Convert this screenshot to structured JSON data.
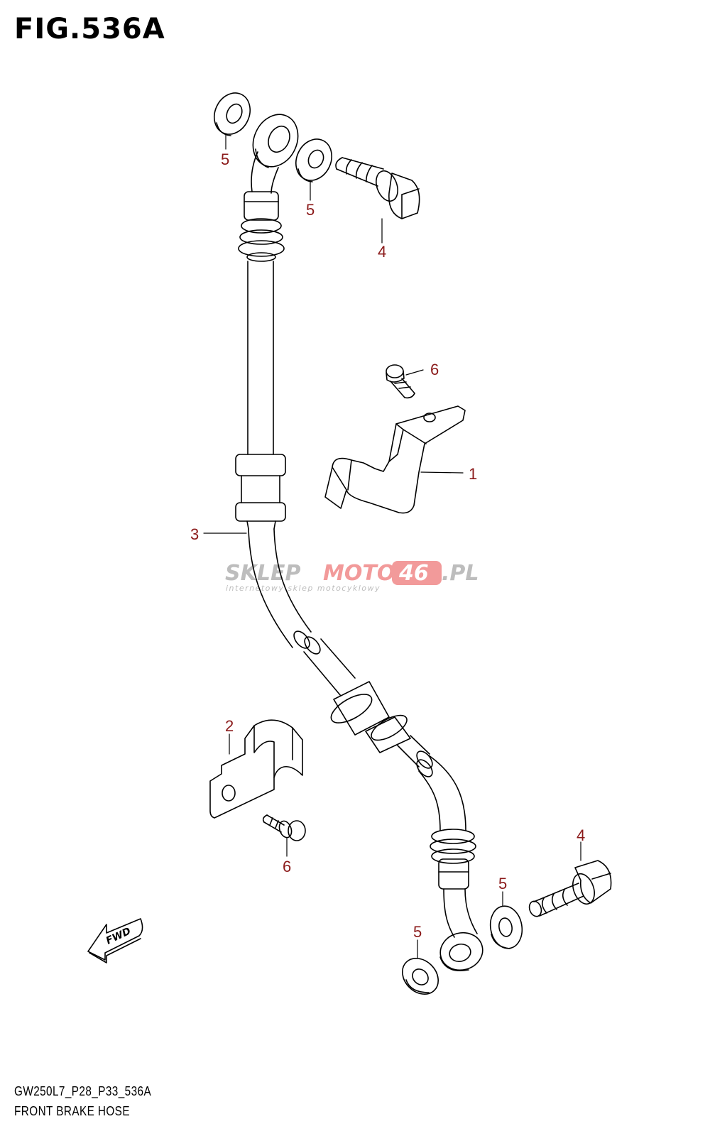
{
  "figure_title": "FIG.536A",
  "model_code": "GW250L7_P28_P33_536A",
  "figure_name": "FRONT BRAKE HOSE",
  "watermark": {
    "brand_part1": "SKLEP",
    "brand_part2": "MOTO",
    "brand_part3": "46",
    "brand_part4": ".PL",
    "tagline": "internetowy sklep motocyklowy"
  },
  "fwd_label": "FWD",
  "callouts": {
    "washer_top_left": "5",
    "washer_top_mid": "5",
    "bolt_top": "4",
    "screw_clamp": "6",
    "clamp": "1",
    "hose": "3",
    "holder": "2",
    "screw_holder": "6",
    "bolt_bottom": "4",
    "washer_bottom_right": "5",
    "washer_bottom_left": "5"
  },
  "colors": {
    "callout": "#8b1a1a",
    "line": "#000000",
    "watermark_grey": "#bdbdbd",
    "watermark_red": "#f29a9a"
  }
}
